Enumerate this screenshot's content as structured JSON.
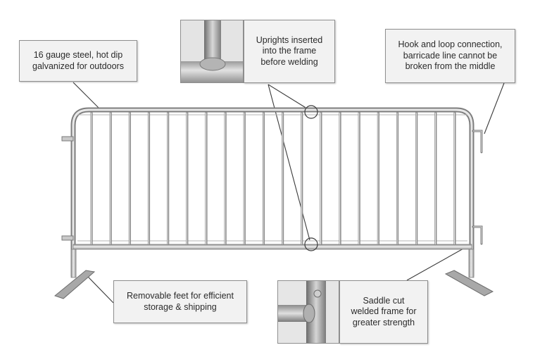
{
  "callouts": {
    "steel": "16 gauge steel, hot dip\ngalvanized for outdoors",
    "uprights": "Uprights inserted\ninto the frame\nbefore welding",
    "hook": "Hook and loop connection,\nbarricade line cannot be\nbroken from the middle",
    "feet": "Removable feet for efficient\nstorage & shipping",
    "saddle": "Saddle cut\nwelded frame for\ngreater strength"
  },
  "icons": {
    "uprights_photo": "weld-closeup-photo",
    "saddle_photo": "saddle-weld-closeup-photo"
  },
  "colors": {
    "steel_light": "#e6e6e6",
    "steel_mid": "#bdbdbd",
    "steel_dark": "#7a7a7a",
    "leader_line": "#3a3a3a",
    "callout_bg": "#f2f2f2"
  }
}
